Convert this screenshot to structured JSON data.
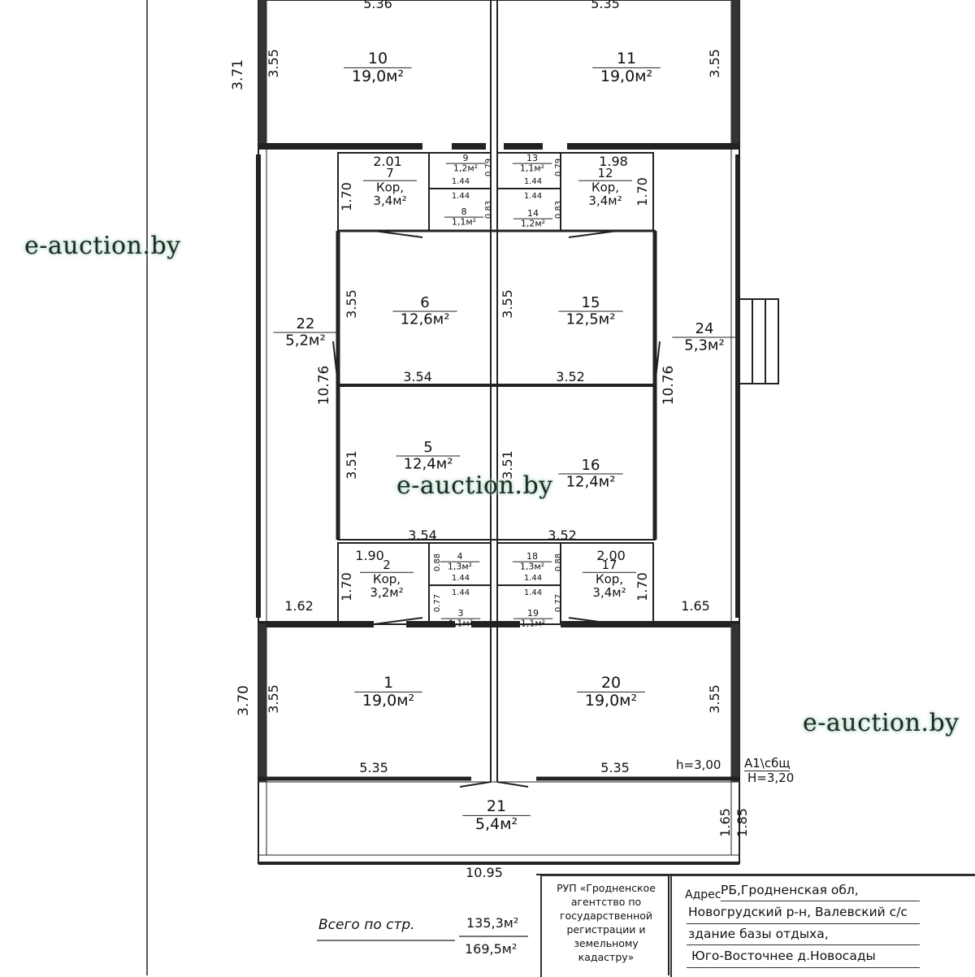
{
  "rooms": [
    {
      "n": "10",
      "area": "19,0м²"
    },
    {
      "n": "11",
      "area": "19,0м²"
    },
    {
      "n": "7",
      "name": "Кор,",
      "area": "3,4м²"
    },
    {
      "n": "9",
      "area": "1,2м²"
    },
    {
      "n": "8",
      "area": "1,1м²"
    },
    {
      "n": "13",
      "area": "1,1м²"
    },
    {
      "n": "14",
      "area": "1,2м²"
    },
    {
      "n": "12",
      "name": "Кор,",
      "area": "3,4м²"
    },
    {
      "n": "6",
      "area": "12,6м²"
    },
    {
      "n": "15",
      "area": "12,5м²"
    },
    {
      "n": "22",
      "area": "5,2м²"
    },
    {
      "n": "24",
      "area": "5,3м²"
    },
    {
      "n": "5",
      "area": "12,4м²"
    },
    {
      "n": "16",
      "area": "12,4м²"
    },
    {
      "n": "2",
      "name": "Кор,",
      "area": "3,2м²"
    },
    {
      "n": "4",
      "area": "1,3м²"
    },
    {
      "n": "3",
      "area": "1,1м²"
    },
    {
      "n": "18",
      "area": "1,3м²"
    },
    {
      "n": "19",
      "area": "1,1м²"
    },
    {
      "n": "17",
      "name": "Кор,",
      "area": "3,4м²"
    },
    {
      "n": "1",
      "area": "19,0м²"
    },
    {
      "n": "20",
      "area": "19,0м²"
    },
    {
      "n": "21",
      "area": "5,4м²"
    }
  ],
  "dimensions": [
    "5.36",
    "5.35",
    "3.71",
    "3.55",
    "3.55",
    "2.01",
    "1.98",
    "0.79",
    "0.79",
    "1.44",
    "1.44",
    "1.44",
    "1.44",
    "0.83",
    "0.83",
    "1.70",
    "1.70",
    "3.55",
    "3.55",
    "10.76",
    "10.76",
    "3.54",
    "3.52",
    "3.51",
    "3.51",
    "3.54",
    "3.52",
    "1.90",
    "2.00",
    "0.88",
    "0.88",
    "1.44",
    "1.44",
    "1.44",
    "1.44",
    "0.77",
    "0.77",
    "1.70",
    "1.70",
    "1.62",
    "1.65",
    "3.70",
    "3.55",
    "3.55",
    "5.35",
    "5.35",
    "1.65",
    "1.85",
    "10.95"
  ],
  "height_note": "h=3,00",
  "building_code": "А1\\сбщ",
  "building_height": "Н=3,20",
  "total": {
    "label": "Всего по стр.",
    "area_main": "135,3м²",
    "area_total": "169,5м²"
  },
  "agency": {
    "lines": [
      "РУП «Гродненское",
      "агентство по",
      "государственной",
      "регистрации и",
      "земельному",
      "кадастру»"
    ]
  },
  "address": {
    "label": "Адрес",
    "lines": [
      "РБ,Гродненская обл,",
      "Новогрудский р-н, Валевский с/с",
      "здание базы отдыха,",
      "Юго-Восточнее д.Новосады"
    ]
  },
  "watermark": "e-auction.by",
  "colors": {
    "line": "#222222",
    "text": "#111111",
    "watermark_glow": "#a9cfc0"
  }
}
